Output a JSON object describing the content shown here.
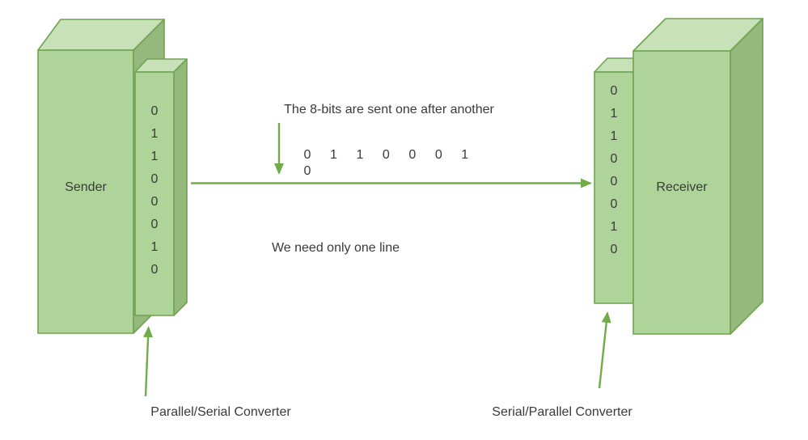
{
  "sender": {
    "label": "Sender",
    "bits": [
      "0",
      "1",
      "1",
      "0",
      "0",
      "0",
      "1",
      "0"
    ],
    "converter_label": "Parallel/Serial Converter"
  },
  "receiver": {
    "label": "Receiver",
    "bits": [
      "0",
      "1",
      "1",
      "0",
      "0",
      "0",
      "1",
      "0"
    ],
    "converter_label": "Serial/Parallel Converter"
  },
  "channel": {
    "note_top": "The 8-bits are sent one after another",
    "serial_bits": [
      "0",
      "1",
      "1",
      "0",
      "0",
      "0",
      "1",
      "0"
    ],
    "note_bottom": "We need only one line"
  },
  "colors": {
    "box_front": "#afd49a",
    "box_top": "#c9e1b8",
    "box_side": "#95b97c",
    "box_border": "#6fa350",
    "arrow": "#72ac49",
    "text": "#3a3a3a",
    "background": "#ffffff"
  }
}
